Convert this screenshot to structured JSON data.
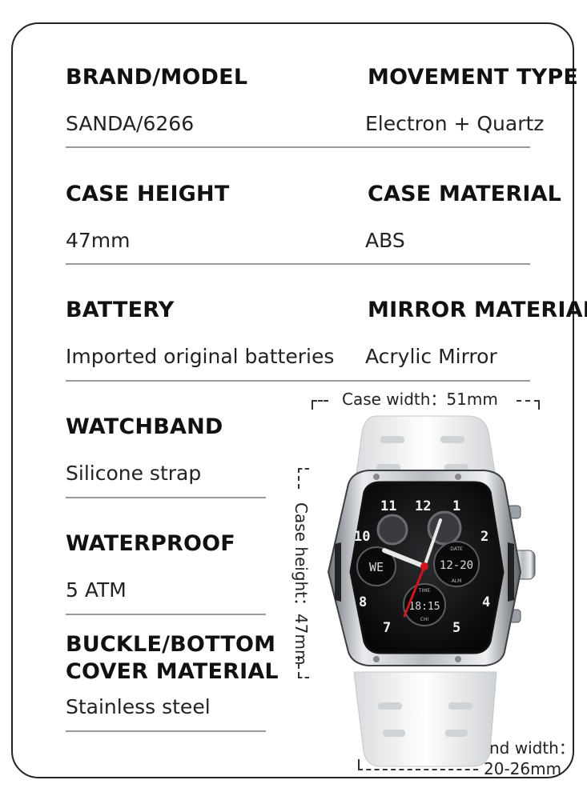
{
  "specs": [
    {
      "label": "BRAND/MODEL",
      "value": "SANDA/6266"
    },
    {
      "label": "MOVEMENT TYPE",
      "value": "Electron + Quartz"
    },
    {
      "label": "CASE HEIGHT",
      "value": "47mm"
    },
    {
      "label": "CASE MATERIAL",
      "value": "ABS"
    },
    {
      "label": "BATTERY",
      "value": "Imported original batteries"
    },
    {
      "label": "MIRROR MATERIAL",
      "value": "Acrylic Mirror"
    },
    {
      "label": "WATCHBAND",
      "value": "Silicone strap"
    },
    {
      "label": "WATERPROOF",
      "value": "5 ATM"
    },
    {
      "label_line1": "BUCKLE/BOTTOM",
      "label_line2": "COVER MATERIAL",
      "value": "Stainless steel"
    }
  ],
  "dimensions": {
    "case_width": "Case width：51mm",
    "case_height": "Case height：47mm",
    "band_width_label": "Band width：",
    "band_width_value": "20-26mm"
  },
  "watch_face": {
    "numerals": [
      "11",
      "12",
      "1",
      "10",
      "2",
      "8",
      "4",
      "7",
      "5"
    ],
    "digital_left": "WE",
    "digital_right": "12-20",
    "digital_bottom": "18:15",
    "sub_labels": [
      "DATE",
      "ALM",
      "TIME",
      "CHI"
    ]
  }
}
